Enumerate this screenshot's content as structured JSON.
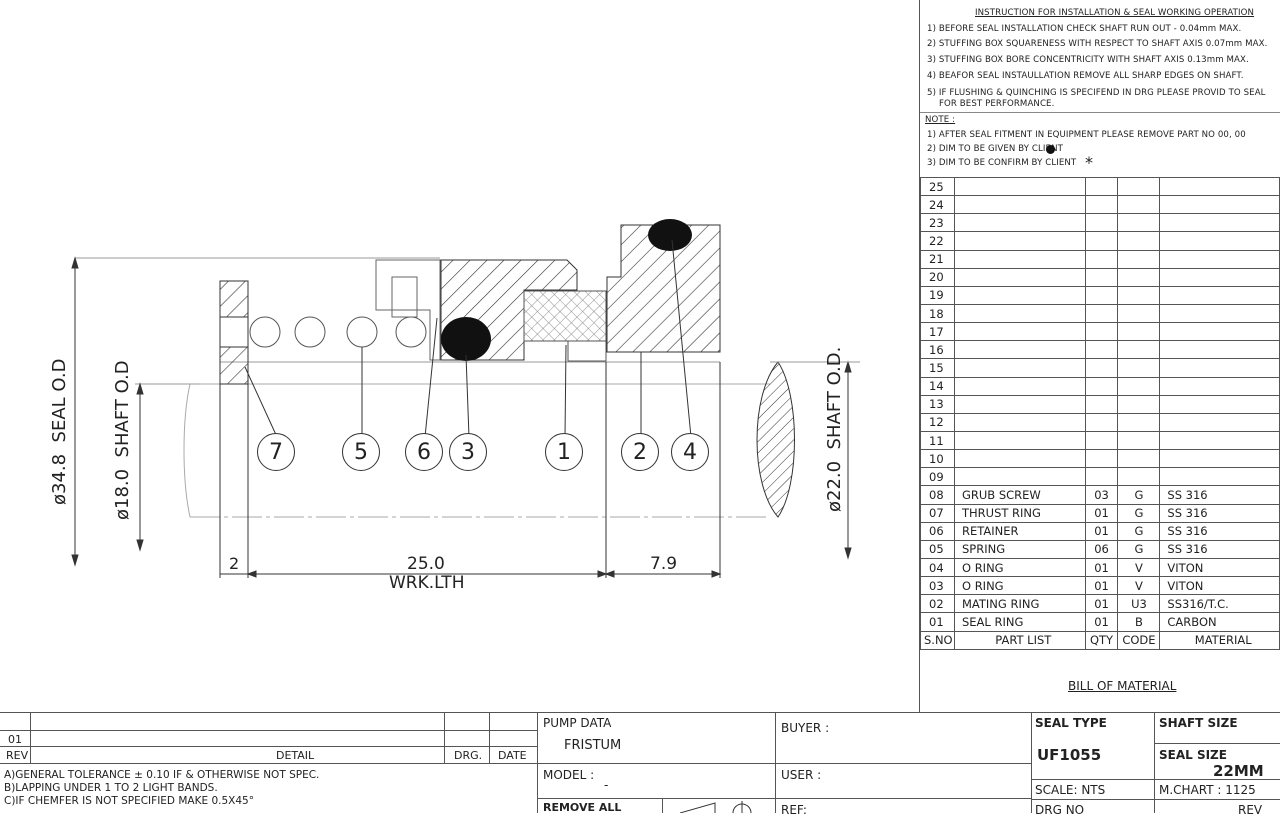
{
  "instructions": {
    "title": "INSTRUCTION FOR INSTALLATION & SEAL WORKING OPERATION",
    "items": [
      "1) BEFORE SEAL INSTALLATION CHECK SHAFT RUN OUT - 0.04mm MAX.",
      "2) STUFFING BOX SQUARENESS WITH RESPECT TO SHAFT AXIS 0.07mm MAX.",
      "3) STUFFING BOX BORE CONCENTRICITY WITH SHAFT AXIS 0.13mm MAX.",
      "4) BEAFOR SEAL INSTAULLATION REMOVE ALL SHARP EDGES ON SHAFT.",
      "5) IF FLUSHING & QUINCHING IS SPECIFEND IN DRG PLEASE PROVID TO SEAL",
      "FOR BEST PERFORMANCE."
    ]
  },
  "note": {
    "title": "NOTE :",
    "items": [
      "1) AFTER SEAL FITMENT IN EQUIPMENT PLEASE REMOVE PART NO 00, 00",
      "2) DIM TO BE GIVEN BY CLIENT",
      "3) DIM TO BE CONFIRM BY CLIENT"
    ],
    "asterisk": "*"
  },
  "bom": {
    "empty_rows": [
      "25",
      "24",
      "23",
      "22",
      "21",
      "20",
      "19",
      "18",
      "17",
      "16",
      "15",
      "14",
      "13",
      "12",
      "11",
      "10",
      "09"
    ],
    "rows": [
      {
        "sno": "08",
        "part": "GRUB SCREW",
        "qty": "03",
        "code": "G",
        "material": "SS 316"
      },
      {
        "sno": "07",
        "part": "THRUST RING",
        "qty": "01",
        "code": "G",
        "material": "SS 316"
      },
      {
        "sno": "06",
        "part": "RETAINER",
        "qty": "01",
        "code": "G",
        "material": "SS 316"
      },
      {
        "sno": "05",
        "part": "SPRING",
        "qty": "06",
        "code": "G",
        "material": "SS 316"
      },
      {
        "sno": "04",
        "part": "O RING",
        "qty": "01",
        "code": "V",
        "material": "VITON"
      },
      {
        "sno": "03",
        "part": "O RING",
        "qty": "01",
        "code": "V",
        "material": "VITON"
      },
      {
        "sno": "02",
        "part": "MATING RING",
        "qty": "01",
        "code": "U3",
        "material": "SS316/T.C."
      },
      {
        "sno": "01",
        "part": "SEAL RING",
        "qty": "01",
        "code": "B",
        "material": "CARBON"
      }
    ],
    "header": {
      "sno": "S.NO",
      "part": "PART LIST",
      "qty": "QTY",
      "code": "CODE",
      "material": "MATERIAL"
    },
    "caption": "BILL OF MATERIAL"
  },
  "drawing": {
    "dims": {
      "seal_od_value": "ø34.8",
      "seal_od_label": "SEAL O.D",
      "shaft_od_value": "ø18.0",
      "shaft_od_label": "SHAFT O.D",
      "shaft_od2_value": "ø22.0",
      "shaft_od2_label": "SHAFT O.D.",
      "dim_2": "2",
      "dim_25": "25.0",
      "wrk_lth": "WRK.LTH",
      "dim_79": "7.9"
    },
    "balloons": [
      "7",
      "5",
      "6",
      "3",
      "1",
      "2",
      "4"
    ]
  },
  "title_block": {
    "rev_no": "01",
    "rev_label": "REV",
    "detail_label": "DETAIL",
    "drg_label": "DRG.",
    "date_label": "DATE",
    "notes": [
      "A)GENERAL TOLERANCE ± 0.10 IF & OTHERWISE NOT SPEC.",
      "B)LAPPING UNDER 1 TO 2 LIGHT BANDS.",
      "C)IF CHEMFER IS NOT SPECIFIED MAKE 0.5X45°"
    ],
    "pump_data_label": "PUMP DATA",
    "pump_data_value": "FRISTUM",
    "model_label": "MODEL :",
    "model_value": "-",
    "remove_all": "REMOVE ALL",
    "buyer_label": "BUYER  :",
    "user_label": "USER  :",
    "ref_label": "REF:",
    "seal_type_label": "SEAL TYPE",
    "seal_type_value": "UF1055",
    "scale_label": "SCALE: NTS",
    "drg_no_label": "DRG NO",
    "shaft_size_label": "SHAFT SIZE",
    "seal_size_label": "SEAL SIZE",
    "seal_size_value": "22MM",
    "mchart_label": "M.CHART : 1125",
    "rev2_label": "REV"
  }
}
